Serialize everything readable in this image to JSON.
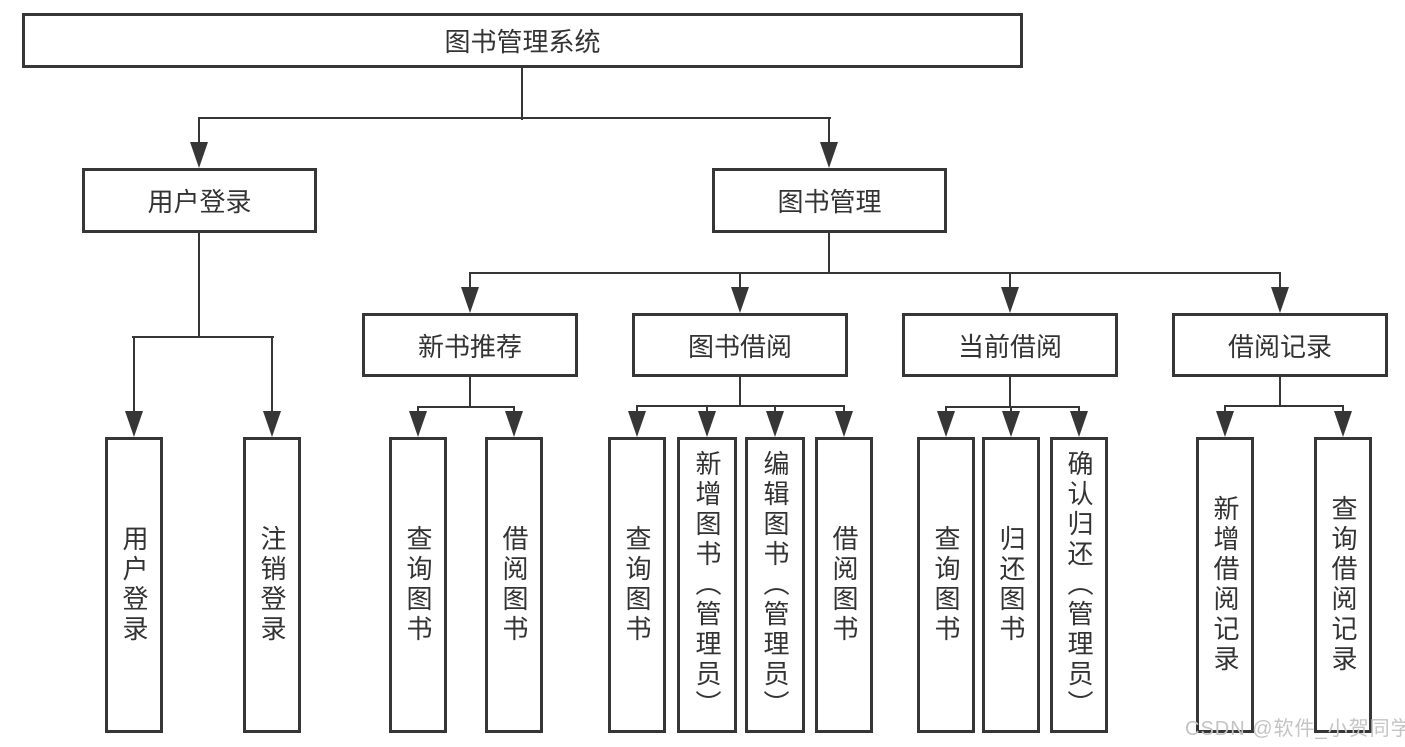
{
  "title": "图书管理系统",
  "level2": [
    "用户登录",
    "图书管理"
  ],
  "level3": [
    "新书推荐",
    "图书借阅",
    "当前借阅",
    "借阅记录"
  ],
  "leaves": [
    "用户登录",
    "注销登录",
    "查询图书",
    "借阅图书",
    "查询图书",
    "新增图书（管理员）",
    "编辑图书（管理员）",
    "借阅图书",
    "查询图书",
    "归还图书",
    "确认归还（管理员）",
    "新增借阅记录",
    "查询借阅记录"
  ],
  "watermark": "CSDN @软件_小贺同学",
  "colors": {
    "line": "#363636",
    "text": "#333333",
    "background": "#ffffff",
    "watermark": "#c4c4c4"
  }
}
